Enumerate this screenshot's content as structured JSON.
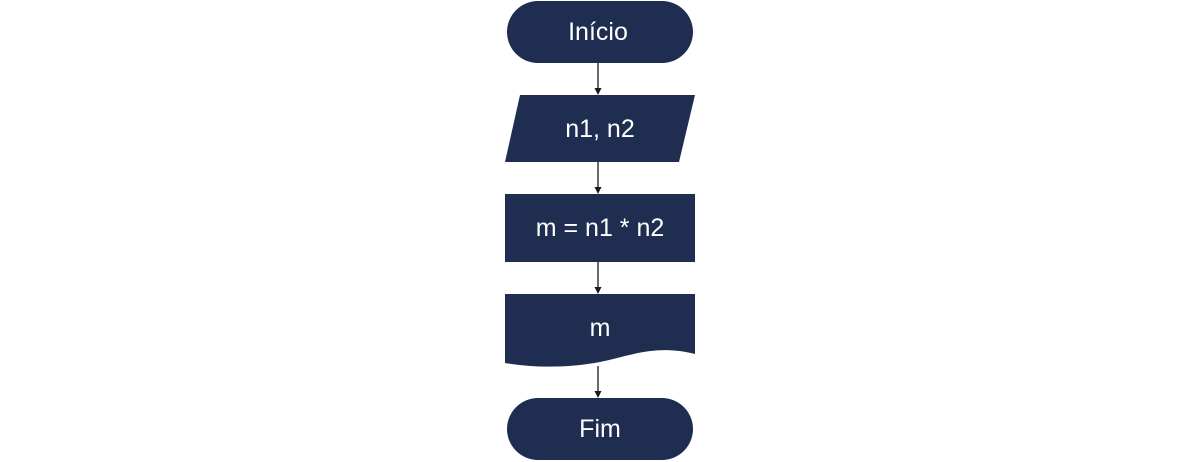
{
  "flowchart": {
    "colors": {
      "shape_fill": "#1e2d50",
      "label_text": "#ffffff",
      "connector": "#1a1a1a"
    },
    "nodes": [
      {
        "id": "start",
        "kind": "terminator",
        "label": "Início"
      },
      {
        "id": "input",
        "kind": "data-input",
        "label": "n1, n2"
      },
      {
        "id": "process",
        "kind": "process",
        "label": "m = n1 * n2"
      },
      {
        "id": "output",
        "kind": "document-output",
        "label": "m"
      },
      {
        "id": "end",
        "kind": "terminator",
        "label": "Fim"
      }
    ],
    "edges": [
      {
        "from": "start",
        "to": "input"
      },
      {
        "from": "input",
        "to": "process"
      },
      {
        "from": "process",
        "to": "output"
      },
      {
        "from": "output",
        "to": "end"
      }
    ]
  }
}
